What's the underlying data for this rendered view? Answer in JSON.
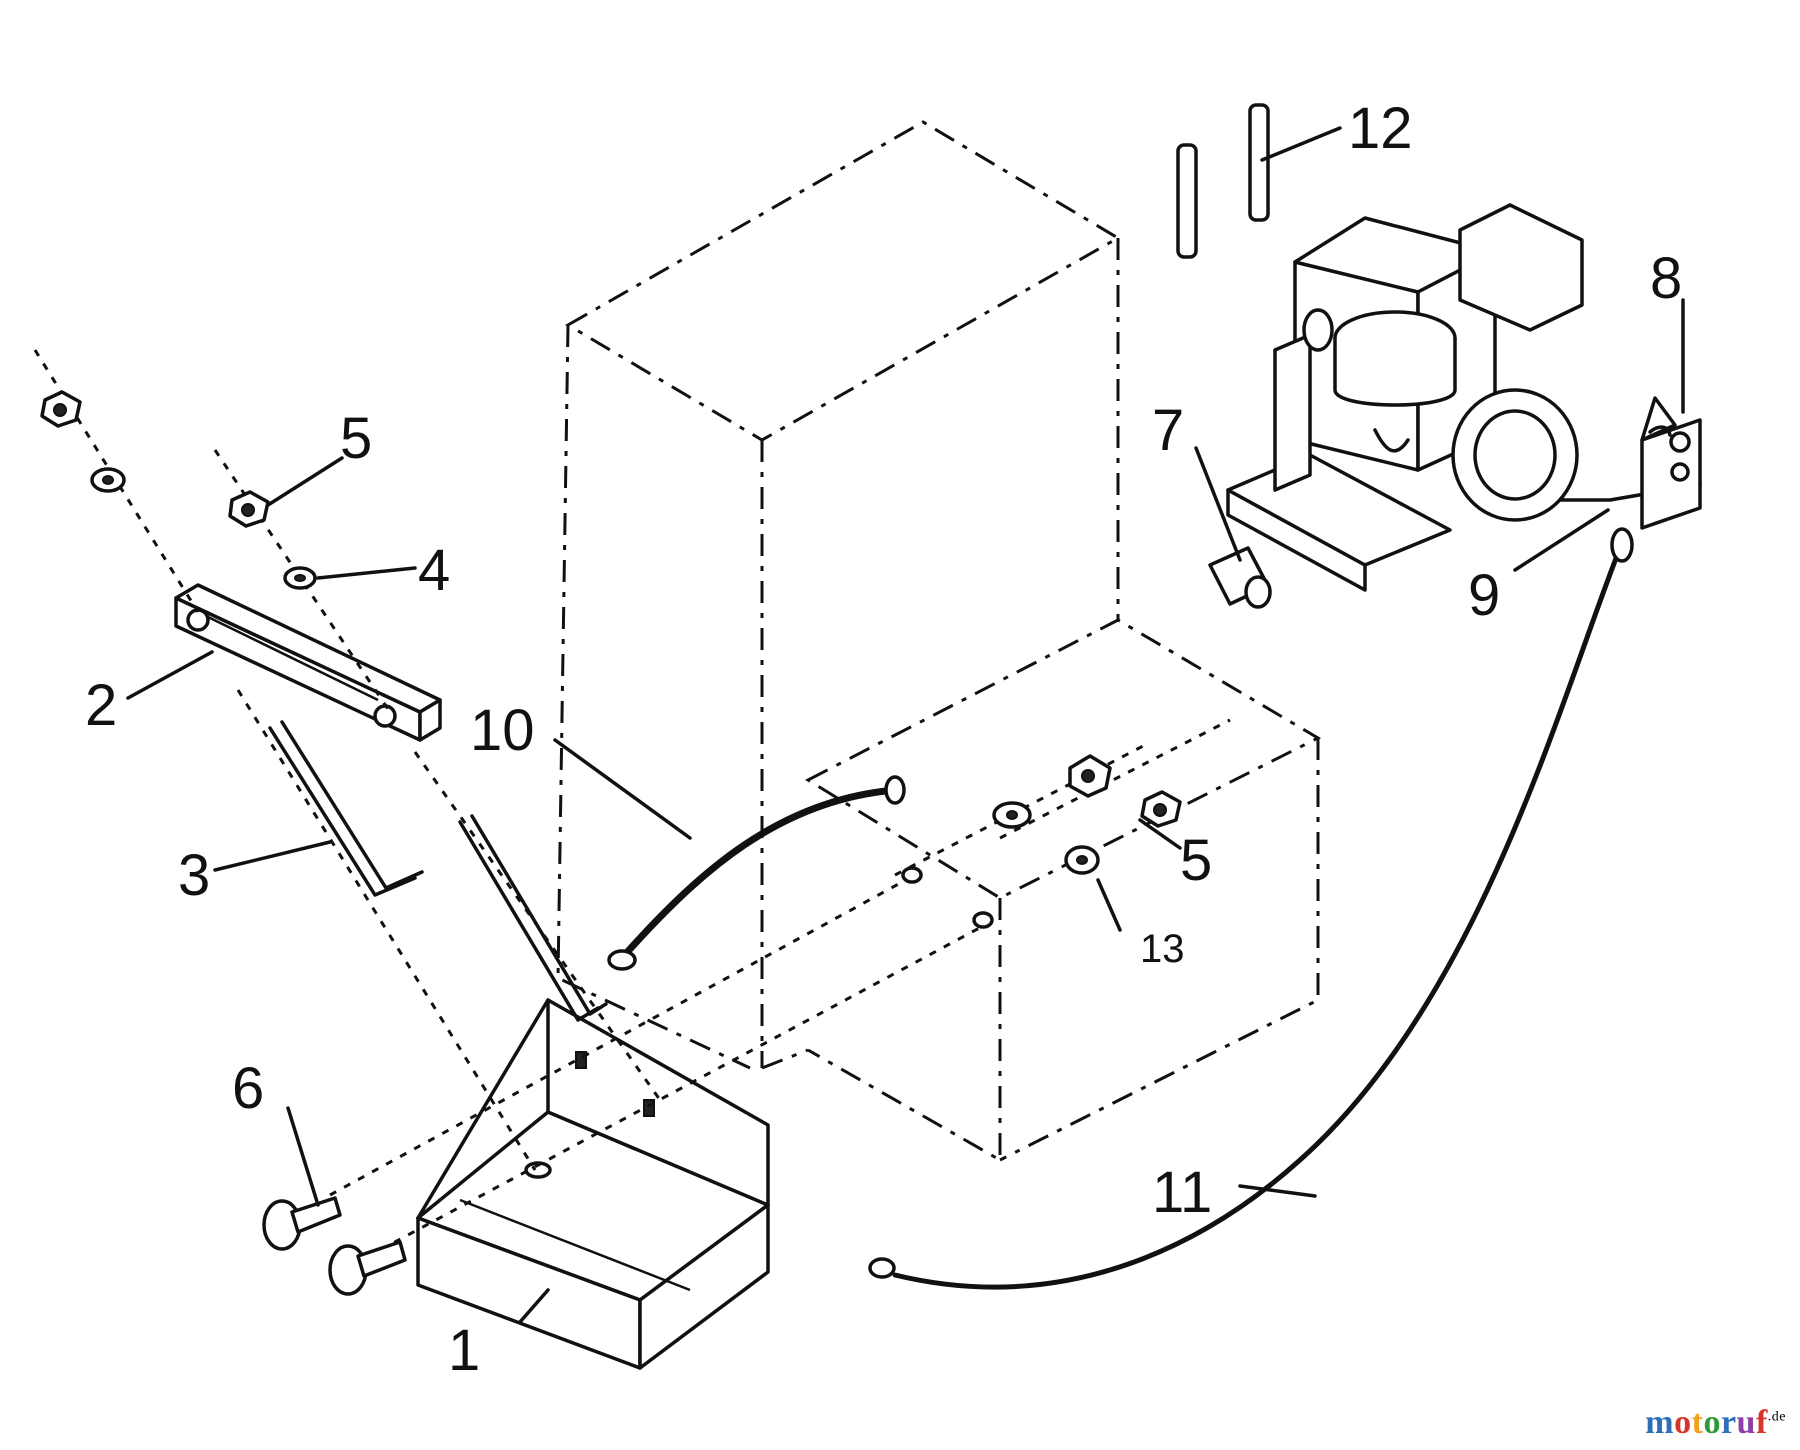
{
  "labels": [
    {
      "id": "1",
      "text": "1"
    },
    {
      "id": "2",
      "text": "2"
    },
    {
      "id": "3",
      "text": "3"
    },
    {
      "id": "4",
      "text": "4"
    },
    {
      "id": "5a",
      "text": "5"
    },
    {
      "id": "5b",
      "text": "5"
    },
    {
      "id": "6",
      "text": "6"
    },
    {
      "id": "7",
      "text": "7"
    },
    {
      "id": "8",
      "text": "8"
    },
    {
      "id": "9",
      "text": "9"
    },
    {
      "id": "10",
      "text": "10"
    },
    {
      "id": "11",
      "text": "11"
    },
    {
      "id": "12",
      "text": "12"
    },
    {
      "id": "13",
      "text": "13"
    }
  ],
  "watermark": {
    "letters": [
      "m",
      "o",
      "t",
      "o",
      "r",
      "u",
      "f"
    ],
    "colors": [
      "#2a6fb8",
      "#d9342b",
      "#f0a21c",
      "#2f9a3a",
      "#2a6fb8",
      "#8c3fa8",
      "#d9342b"
    ],
    "tld": ".de"
  }
}
